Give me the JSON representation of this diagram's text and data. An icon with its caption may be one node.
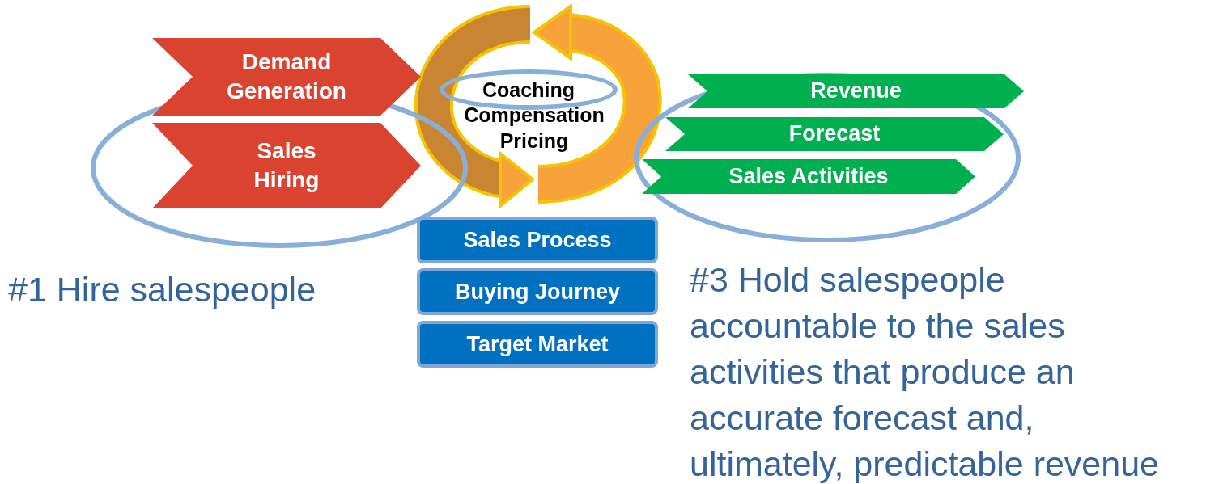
{
  "diagram": {
    "nodes": [
      {
        "text": [
          "Demand Generation"
        ]
      },
      {
        "text": [
          "Sales Hiring"
        ]
      },
      {
        "text": [
          "Coaching"
        ]
      },
      {
        "text": [
          "Revenue"
        ]
      },
      {
        "text": [
          "Forecast"
        ]
      },
      {
        "text": [
          "Sales Activities"
        ]
      },
      {
        "text": [
          "Sales Process"
        ]
      },
      {
        "text": [
          "Buying Journey"
        ]
      },
      {
        "text": [
          "Target Market"
        ]
      }
    ],
    "labels": [
      "Compensation",
      "Pricing",
      "#1 Hire salespeople",
      "#3 Hold salespeople accountable to the sales activities that produce an accurate forecast and, ultimately, predictable revenue"
    ]
  }
}
